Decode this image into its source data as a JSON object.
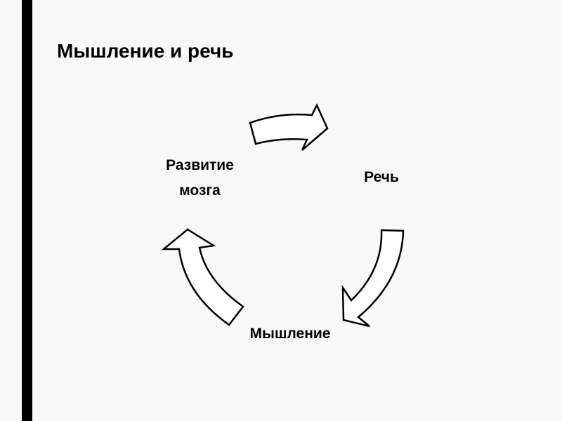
{
  "slide": {
    "title": "Мышление и речь"
  },
  "diagram": {
    "type": "cycle",
    "nodes": {
      "brain_line1": "Развитие",
      "brain_line2": "мозга",
      "speech": "Речь",
      "thinking": "Мышление"
    },
    "arrows": [
      {
        "from": "brain",
        "to": "speech"
      },
      {
        "from": "speech",
        "to": "thinking"
      },
      {
        "from": "thinking",
        "to": "brain"
      }
    ],
    "colors": {
      "background": "#f8f8f8",
      "bar": "#000000",
      "arrow_fill": "#ffffff",
      "arrow_stroke": "#000000",
      "text": "#000000"
    }
  }
}
